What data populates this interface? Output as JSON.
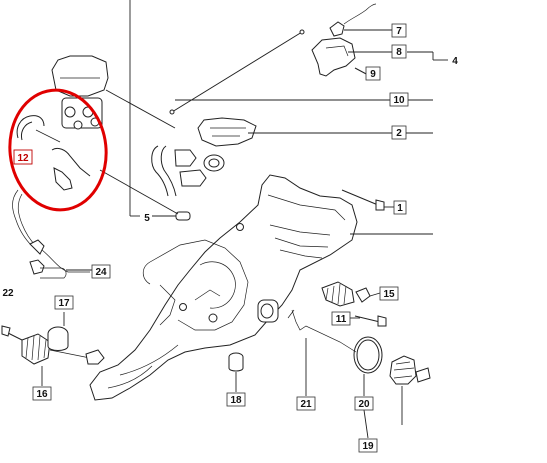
{
  "callouts": [
    {
      "id": "c1",
      "label": "1"
    },
    {
      "id": "c2",
      "label": "2"
    },
    {
      "id": "c4",
      "label": "4"
    },
    {
      "id": "c5",
      "label": "5"
    },
    {
      "id": "c7",
      "label": "7"
    },
    {
      "id": "c8",
      "label": "8"
    },
    {
      "id": "c9",
      "label": "9"
    },
    {
      "id": "c10",
      "label": "10"
    },
    {
      "id": "c11",
      "label": "11"
    },
    {
      "id": "c12",
      "label": "12"
    },
    {
      "id": "c15",
      "label": "15"
    },
    {
      "id": "c16",
      "label": "16"
    },
    {
      "id": "c17",
      "label": "17"
    },
    {
      "id": "c18",
      "label": "18"
    },
    {
      "id": "c19",
      "label": "19"
    },
    {
      "id": "c20",
      "label": "20"
    },
    {
      "id": "c21",
      "label": "21"
    },
    {
      "id": "c22",
      "label": "22"
    },
    {
      "id": "c24",
      "label": "24"
    }
  ],
  "highlight": {
    "label": "12",
    "color": "#e00000"
  },
  "colors": {
    "line": "#222222",
    "highlight": "#e00000",
    "background": "#ffffff"
  }
}
